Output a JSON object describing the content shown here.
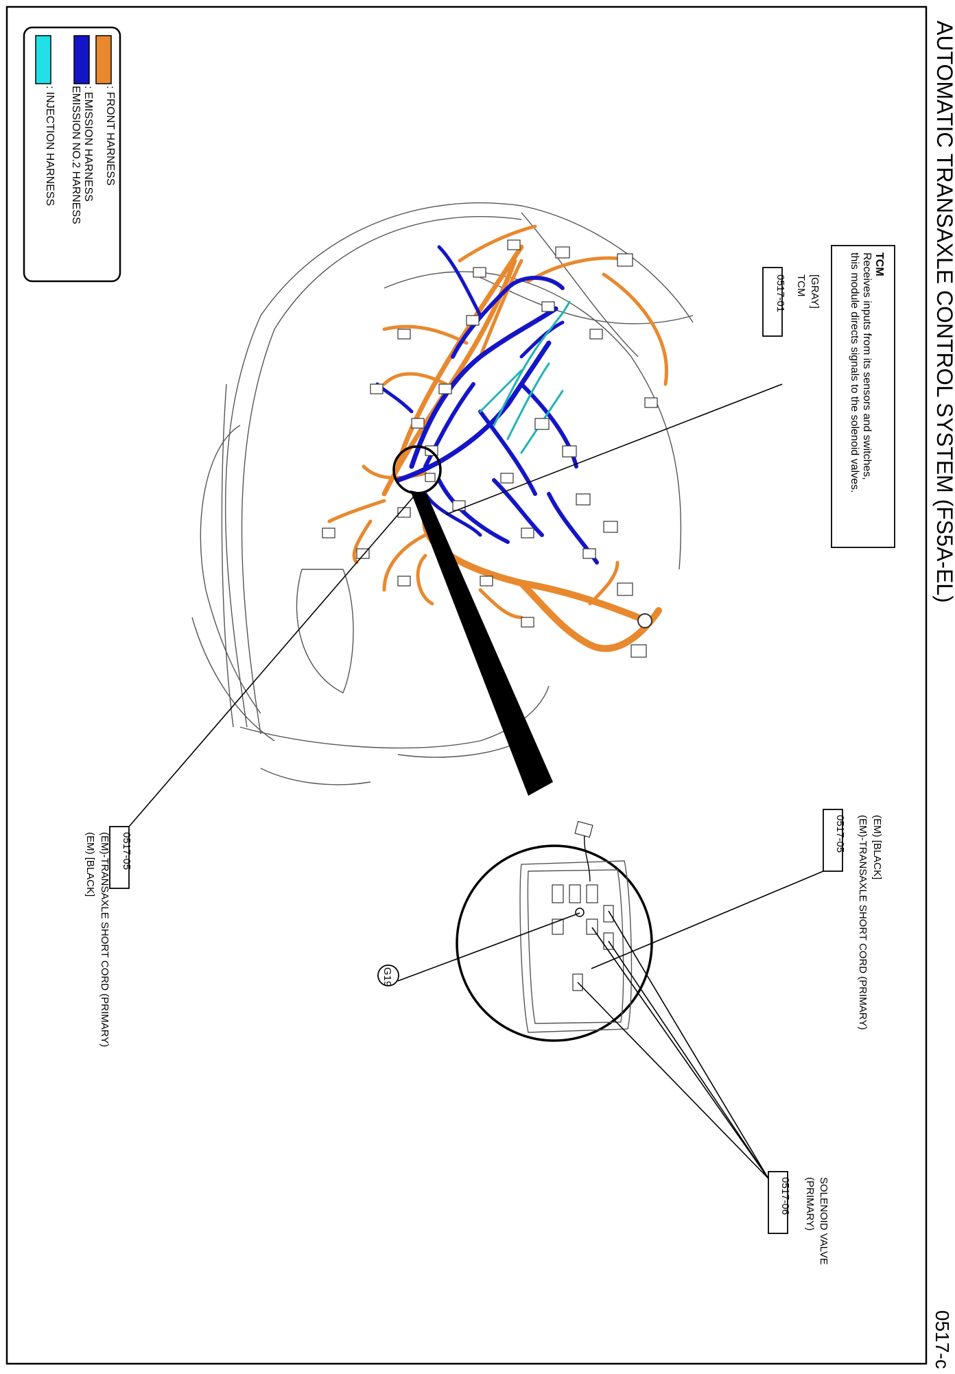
{
  "page": {
    "title": "AUTOMATIC TRANSAXLE CONTROL SYSTEM (FS5A-EL)",
    "page_code": "0517-c"
  },
  "legend": [
    {
      "label": ": FRONT HARNESS",
      "color": "#e8892f"
    },
    {
      "label": ": EMISSION HARNESS",
      "color": "#1515c8"
    },
    {
      "label": "  EMISSION NO.2 HARNESS",
      "color": "#1515c8"
    },
    {
      "label": ": INJECTION HARNESS",
      "color": "#22e0e8"
    }
  ],
  "tcm_info": {
    "heading": "TCM",
    "line1": "Receives inputs from its sensors and switches,",
    "line2": "this module directs signals to the solenoid valves."
  },
  "callouts": {
    "tcm": {
      "color": "[GRAY]",
      "name": "TCM",
      "code": "0517-01"
    },
    "short_cord_right": {
      "code": "0517-05",
      "name": "(EM)-TRANSAXLE SHORT CORD (PRIMARY)",
      "color": "(EM) [BLACK]"
    },
    "short_cord_left": {
      "code": "0517-05",
      "name": "(EM)-TRANSAXLE SHORT CORD (PRIMARY)",
      "color": "(EM) [BLACK]"
    },
    "solenoid": {
      "line1": "SOLENOID VALVE",
      "line2": "(PRIMARY)",
      "code": "0517-06"
    },
    "ground": {
      "code": "G19"
    }
  }
}
